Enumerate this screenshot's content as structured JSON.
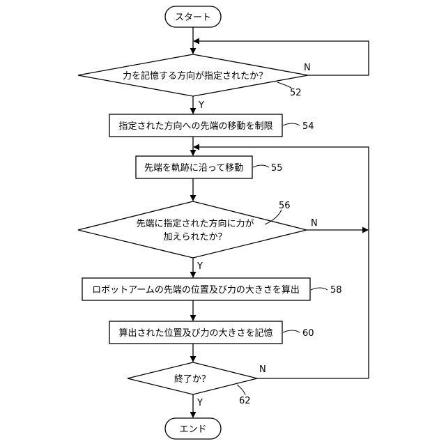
{
  "nodes": {
    "start": "スタート",
    "q52": "力を記憶する方向が指定されたか？",
    "p54": "指定された方向への先端の移動を制限",
    "p55": "先端を軌跡に沿って移動",
    "q56_line1": "先端に指定された方向に力が",
    "q56_line2": "加えられたか？",
    "p58": "ロボットアームの先端の位置及び力の大きさを算出",
    "p60": "算出された位置及び力の大きさを記憶",
    "q62": "終了か？",
    "end": "エンド"
  },
  "refs": {
    "r52": "52",
    "r54": "54",
    "r55": "55",
    "r56": "56",
    "r58": "58",
    "r60": "60",
    "r62": "62"
  },
  "labels": {
    "yes": "Y",
    "no": "N"
  }
}
